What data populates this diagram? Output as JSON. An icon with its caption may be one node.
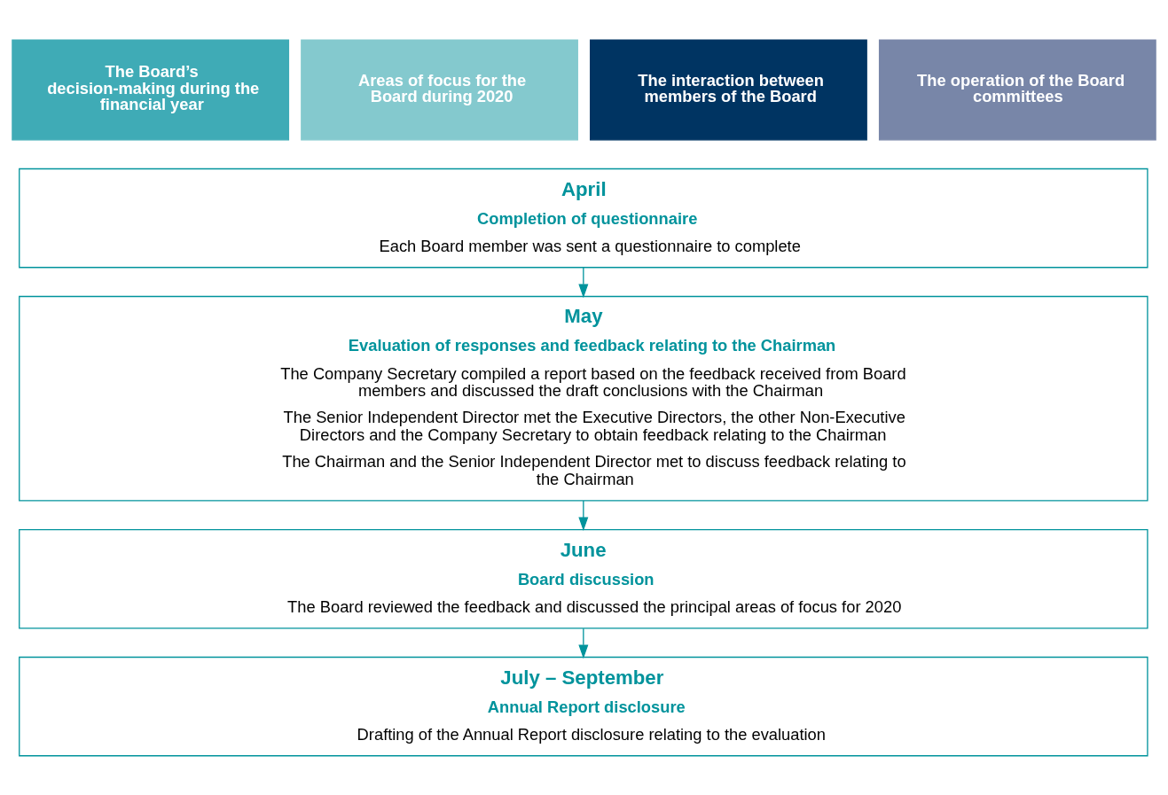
{
  "diagram": {
    "nodes": [
      {
        "text": [
          "The Board’s decision-making during the financial year"
        ]
      },
      {
        "text": [
          "Areas of focus for the Board during 2020"
        ]
      },
      {
        "text": [
          "The interaction between members of the Board"
        ]
      },
      {
        "text": [
          "The operation of the Board committees"
        ]
      },
      {
        "text": [
          "April",
          "Completion of questionnaire",
          "Each Board member was sent a questionnaire to complete"
        ]
      },
      {
        "text": [
          "May",
          "Evaluation of responses and feedback relating to the Chairman",
          "The Company Secretary compiled a report based on the feedback received from Board members and discussed the draft conclusions with the Chairman",
          "The Senior Independent Director met the Executive Directors, the other Non-Executive Directors and the Company Secretary to obtain feedback relating to the Chairman",
          "The Chairman and the Senior Independent Director met to discuss feedback relating to the Chairman"
        ]
      },
      {
        "text": [
          "June",
          "Board discussion",
          "The Board reviewed the feedback and discussed the principal areas of focus for 2020"
        ]
      },
      {
        "text": [
          "July – September",
          "Annual Report disclosure",
          "Drafting of the Annual Report disclosure relating to the evaluation"
        ]
      }
    ],
    "edges": [
      {
        "from": 4,
        "to": 5,
        "arrow": "to"
      },
      {
        "from": 5,
        "to": 6,
        "arrow": "to"
      },
      {
        "from": 6,
        "to": 7,
        "arrow": "to"
      }
    ]
  }
}
